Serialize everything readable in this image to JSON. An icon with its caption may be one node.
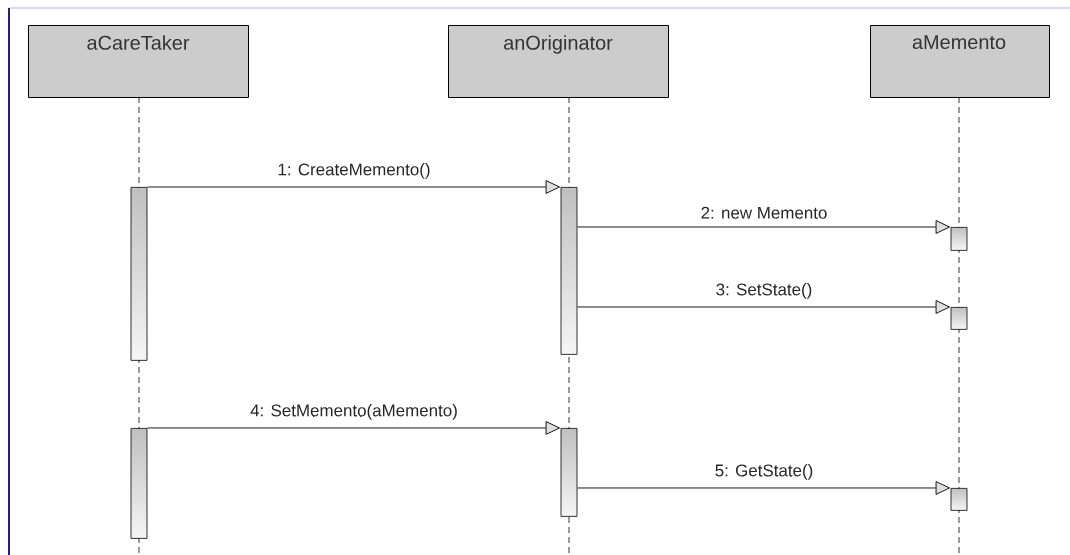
{
  "diagram": {
    "nodes": [
      {
        "text": [
          "aCareTaker"
        ]
      },
      {
        "text": [
          "anOriginator"
        ]
      },
      {
        "text": [
          "aMemento"
        ]
      },
      {
        "text": [],
        "shape": "bar"
      },
      {
        "text": [],
        "shape": "bar"
      },
      {
        "text": [],
        "shape": "bar"
      },
      {
        "text": [],
        "shape": "bar"
      },
      {
        "text": [],
        "shape": "bar"
      },
      {
        "text": [],
        "shape": "bar"
      },
      {
        "text": [],
        "shape": "bar"
      }
    ],
    "edges": [
      {
        "from": 3,
        "to": 4,
        "arrow": "to",
        "label": "1: CreateMemento()"
      },
      {
        "from": 4,
        "to": 5,
        "arrow": "to",
        "label": "2: new Memento"
      },
      {
        "from": 4,
        "to": 6,
        "arrow": "to",
        "label": "3: SetState()"
      },
      {
        "from": 7,
        "to": 8,
        "arrow": "to",
        "label": "4: SetMemento(aMemento)"
      },
      {
        "from": 8,
        "to": 9,
        "arrow": "to",
        "label": "5: GetState()"
      }
    ]
  }
}
